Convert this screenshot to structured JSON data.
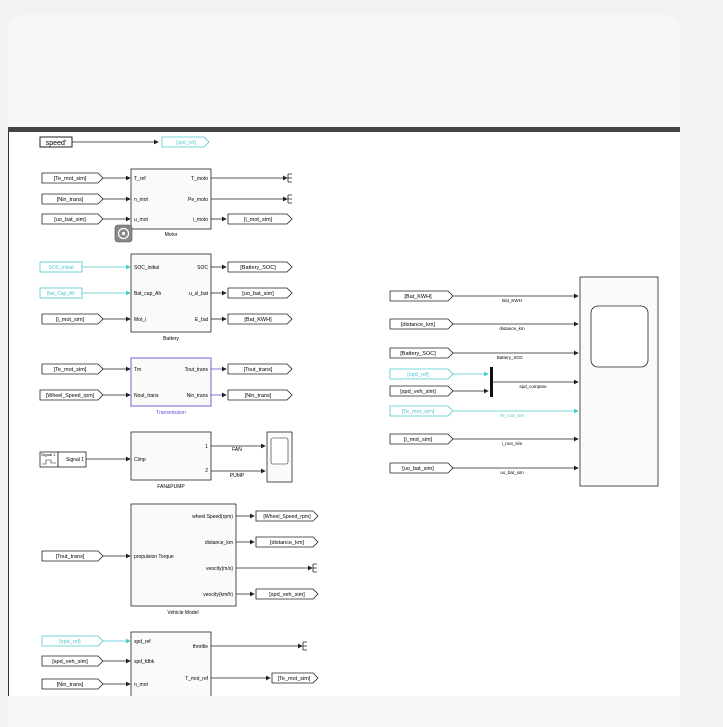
{
  "colors": {
    "cyan": "#4fc6cf",
    "black": "#222222",
    "purple": "#6a4fd0"
  },
  "blocks": {
    "motor": {
      "title": "Motor",
      "in": [
        "T_ref",
        "n_mot",
        "u_mot"
      ],
      "out": [
        "T_moto",
        "Pe_moto",
        "i_moto"
      ]
    },
    "battery": {
      "title": "Battery",
      "in": [
        "SOC_initial",
        "Bat_cap_Ah",
        "Mot_i"
      ],
      "out": [
        "SOC",
        "u_sl_bat",
        "E_bat"
      ]
    },
    "transmission": {
      "title": "Transmission",
      "in": [
        "Tm",
        "Nout_trans"
      ],
      "out": [
        "Tout_trans",
        "Nin_trans"
      ]
    },
    "fanpump": {
      "title": "FAN&PUMP",
      "in": [
        "Clmp"
      ],
      "out": [
        "1",
        "2"
      ]
    },
    "vehicle": {
      "title": "Vehicle Model",
      "in": [
        "propulsion Torque"
      ],
      "out": [
        "wheel Speed(rpm)",
        "distance_km",
        "veocity(m/s)",
        "veocity(km/h)"
      ]
    },
    "controller": {
      "in": [
        "spd_ref",
        "spd_fdbk",
        "n_mot"
      ],
      "out": [
        "throttle",
        "T_mot_ref"
      ]
    }
  },
  "tags": {
    "speed_from": "speed'",
    "speed_goto": "[spd_ref]",
    "te_mot_sim_1": "[Te_mot_sim]",
    "nin_trans_1": "[Nin_trans]",
    "uo_bat_sim_1": "[uo_bat_sim]",
    "i_mot_sim_goto": "[i_mot_sim]",
    "soc_initial": "SOC_initial",
    "bat_cap_ah": "Bat_Cap_Ah",
    "i_mot_sim_from": "[i_mot_sim]",
    "battery_soc_goto": "[Battery_SOC]",
    "uo_bat_sim_goto": "[uo_bat_sim]",
    "bat_kwh_goto": "[Bat_KWH]",
    "te_mot_sim_2": "[Te_mot_sim]",
    "wheel_speed_from": "[Wheel_Speed_rpm]",
    "tout_trans_goto": "[Tout_trans]",
    "nin_trans_goto": "[Nin_trans]",
    "tout_trans_from": "[Tout_trans]",
    "wheel_speed_goto": "[Wheel_Speed_rpm]",
    "distance_km_goto": "[distance_km]",
    "spd_veh_sim_goto": "[spd_veh_sim]",
    "spd_ref_from": "[spd_ref]",
    "spd_veh_sim_from": "[spd_veh_sim]",
    "nin_trans_3": "[Nin_trans]",
    "te_mot_sim_goto": "[Te_mot_sim]"
  },
  "signal_builder": {
    "name": "Signal 1",
    "label": "Signal 1"
  },
  "fan_signals": [
    "FAN",
    "PUMP"
  ],
  "scope_inputs": [
    {
      "tag": "[Bat_KWH]",
      "signal": "Bat_KWH"
    },
    {
      "tag": "[distance_km]",
      "signal": "distance_km"
    },
    {
      "tag": "[Battery_SOC]",
      "signal": "Battery_SOC"
    },
    {
      "tag": "[spd_ref]",
      "signal": ""
    },
    {
      "tag": "[spd_veh_sim]",
      "signal": "spd_compare"
    },
    {
      "tag": "[Te_mot_sim]",
      "signal": "Te_mot_sim"
    },
    {
      "tag": "[i_mot_sim]",
      "signal": "i_mot_sim"
    },
    {
      "tag": "[uo_bat_sim]",
      "signal": "uo_bat_sim"
    }
  ]
}
